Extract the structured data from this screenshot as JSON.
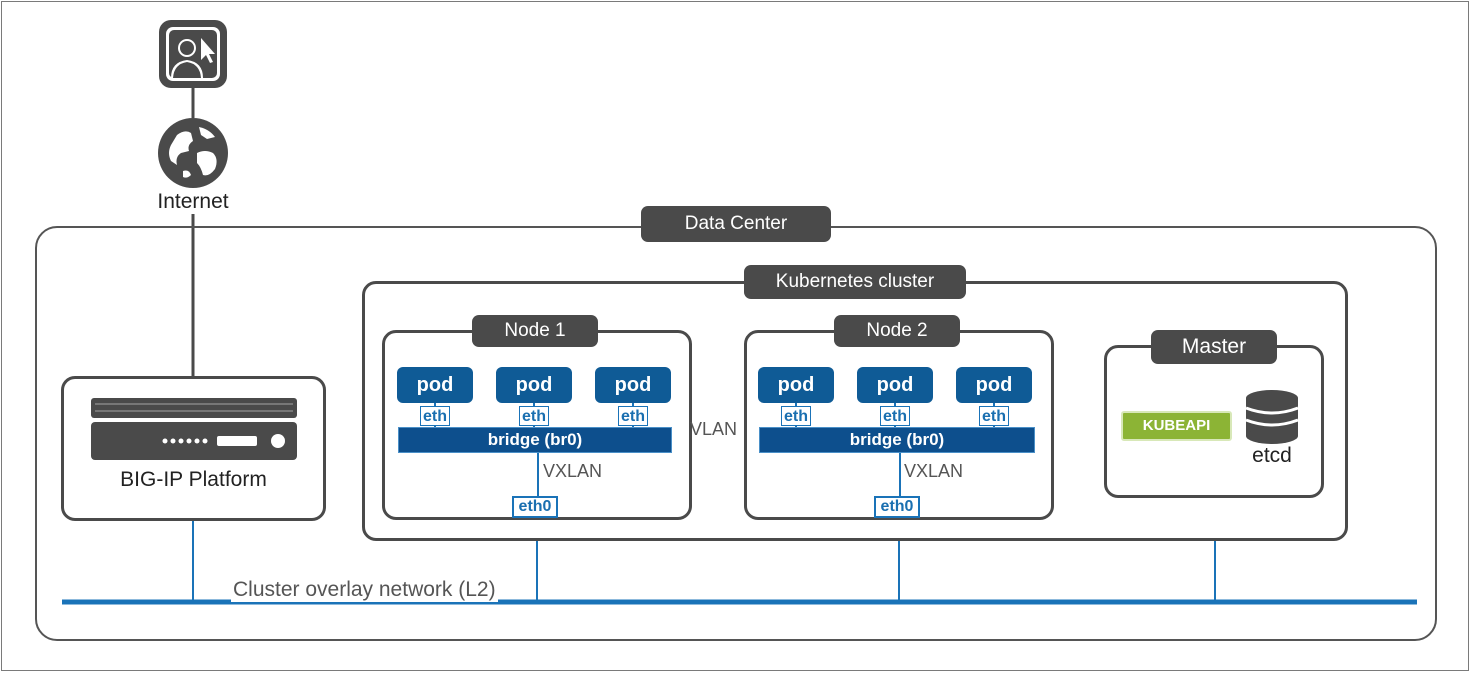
{
  "internet_label": "Internet",
  "data_center": "Data Center",
  "kubernetes_cluster": "Kubernetes cluster",
  "bigip_label": "BIG-IP Platform",
  "node1": {
    "title": "Node 1",
    "pods": [
      "pod",
      "pod",
      "pod"
    ],
    "eths": [
      "eth",
      "eth",
      "eth"
    ],
    "bridge": "bridge (br0)",
    "vxlan": "VXLAN",
    "eth0": "eth0"
  },
  "node2": {
    "title": "Node 2",
    "pods": [
      "pod",
      "pod",
      "pod"
    ],
    "eths": [
      "eth",
      "eth",
      "eth"
    ],
    "bridge": "bridge (br0)",
    "vxlan": "VXLAN",
    "eth0": "eth0"
  },
  "vlan_label": "VLAN",
  "master": {
    "title": "Master",
    "kubeapi": "KUBEAPI",
    "etcd": "etcd"
  },
  "overlay_label": "Cluster overlay network (L2)",
  "colors": {
    "dark_gray": "#4a4a4a",
    "pod_blue": "#0f5b96",
    "link_blue": "#1a73b8",
    "kubeapi_green": "#8cb435"
  },
  "icons": [
    "user-cursor-icon",
    "globe-icon",
    "server-appliance-icon",
    "database-icon"
  ]
}
